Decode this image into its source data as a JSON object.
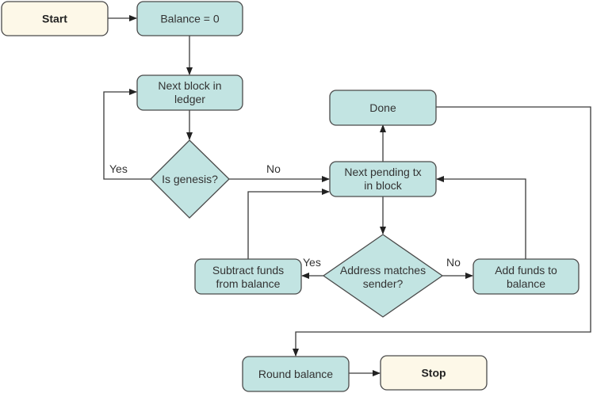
{
  "colors": {
    "process_fill": "#c2e4e2",
    "terminal_fill": "#fdf8e8",
    "stroke": "#4a4a4a"
  },
  "nodes": {
    "start": {
      "type": "terminal",
      "lines": [
        "Start"
      ]
    },
    "balance_init": {
      "type": "process",
      "lines": [
        "Balance = 0"
      ]
    },
    "next_block": {
      "type": "process",
      "lines": [
        "Next block in",
        "ledger"
      ]
    },
    "is_genesis": {
      "type": "decision",
      "lines": [
        "Is genesis?"
      ]
    },
    "next_pending_tx": {
      "type": "process",
      "lines": [
        "Next pending tx",
        "in block"
      ]
    },
    "done": {
      "type": "process",
      "lines": [
        "Done"
      ]
    },
    "address_matches": {
      "type": "decision",
      "lines": [
        "Address matches",
        "sender?"
      ]
    },
    "subtract_funds": {
      "type": "process",
      "lines": [
        "Subtract funds",
        "from balance"
      ]
    },
    "add_funds": {
      "type": "process",
      "lines": [
        "Add funds to",
        "balance"
      ]
    },
    "round_balance": {
      "type": "process",
      "lines": [
        "Round balance"
      ]
    },
    "stop": {
      "type": "terminal",
      "lines": [
        "Stop"
      ]
    }
  },
  "edges": [
    {
      "from": "start",
      "to": "balance_init",
      "label": ""
    },
    {
      "from": "balance_init",
      "to": "next_block",
      "label": ""
    },
    {
      "from": "next_block",
      "to": "is_genesis",
      "label": ""
    },
    {
      "from": "is_genesis",
      "to": "next_block",
      "label": "Yes"
    },
    {
      "from": "is_genesis",
      "to": "next_pending_tx",
      "label": "No"
    },
    {
      "from": "next_pending_tx",
      "to": "done",
      "label": ""
    },
    {
      "from": "next_pending_tx",
      "to": "address_matches",
      "label": ""
    },
    {
      "from": "address_matches",
      "to": "subtract_funds",
      "label": "Yes"
    },
    {
      "from": "address_matches",
      "to": "add_funds",
      "label": "No"
    },
    {
      "from": "subtract_funds",
      "to": "next_pending_tx",
      "label": ""
    },
    {
      "from": "add_funds",
      "to": "next_pending_tx",
      "label": ""
    },
    {
      "from": "done",
      "to": "round_balance",
      "label": ""
    },
    {
      "from": "round_balance",
      "to": "stop",
      "label": ""
    }
  ],
  "labels": {
    "genesis_yes": "Yes",
    "genesis_no": "No",
    "address_yes": "Yes",
    "address_no": "No"
  }
}
